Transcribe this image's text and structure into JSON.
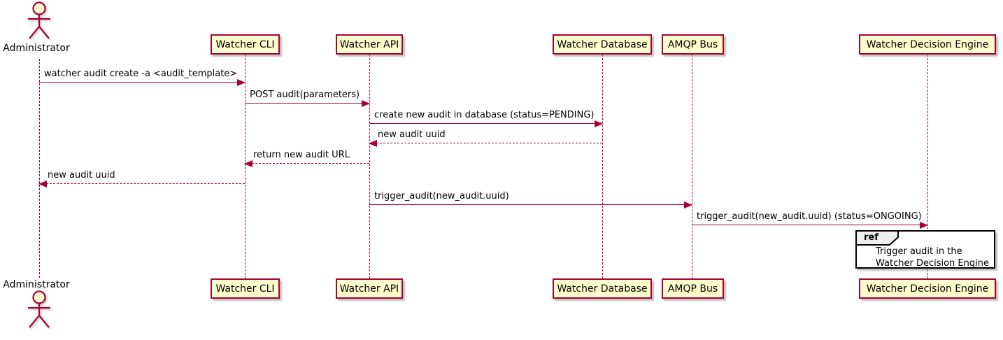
{
  "diagram": {
    "type": "plantuml-sequence",
    "participants": [
      {
        "label": "Administrator",
        "kind": "actor"
      },
      {
        "label": "Watcher CLI",
        "kind": "participant"
      },
      {
        "label": "Watcher API",
        "kind": "participant"
      },
      {
        "label": "Watcher Database",
        "kind": "participant"
      },
      {
        "label": "AMQP Bus",
        "kind": "participant"
      },
      {
        "label": "Watcher Decision Engine",
        "kind": "participant"
      }
    ],
    "messages": [
      {
        "from": "Administrator",
        "to": "Watcher CLI",
        "label": "watcher audit create -a <audit_template>",
        "line": "solid"
      },
      {
        "from": "Watcher CLI",
        "to": "Watcher API",
        "label": "POST audit(parameters)",
        "line": "solid"
      },
      {
        "from": "Watcher API",
        "to": "Watcher Database",
        "label": "create new audit in database (status=PENDING)",
        "line": "solid"
      },
      {
        "from": "Watcher Database",
        "to": "Watcher API",
        "label": "new audit uuid",
        "line": "dashed"
      },
      {
        "from": "Watcher API",
        "to": "Watcher CLI",
        "label": "return new audit URL",
        "line": "dashed"
      },
      {
        "from": "Watcher CLI",
        "to": "Administrator",
        "label": "new audit uuid",
        "line": "dashed"
      },
      {
        "from": "Watcher API",
        "to": "AMQP Bus",
        "label": "trigger_audit(new_audit.uuid)",
        "line": "solid"
      },
      {
        "from": "AMQP Bus",
        "to": "Watcher Decision Engine",
        "label": "trigger_audit(new_audit.uuid) (status=ONGOING)",
        "line": "solid"
      }
    ],
    "ref_fragment": {
      "keyword": "ref",
      "over": "Watcher Decision Engine",
      "text_lines": [
        "Trigger audit in the",
        "Watcher Decision Engine"
      ]
    },
    "colors": {
      "background": "#FFFFFF",
      "participant_fill": "#FEFECE",
      "participant_border": "#A80036",
      "lifeline": "#A80036",
      "arrow": "#A80036",
      "text": "#000000",
      "ref_border": "#000000",
      "ref_fill": "#FFFFFF",
      "ref_tag_fill": "#EEEEEE"
    }
  }
}
